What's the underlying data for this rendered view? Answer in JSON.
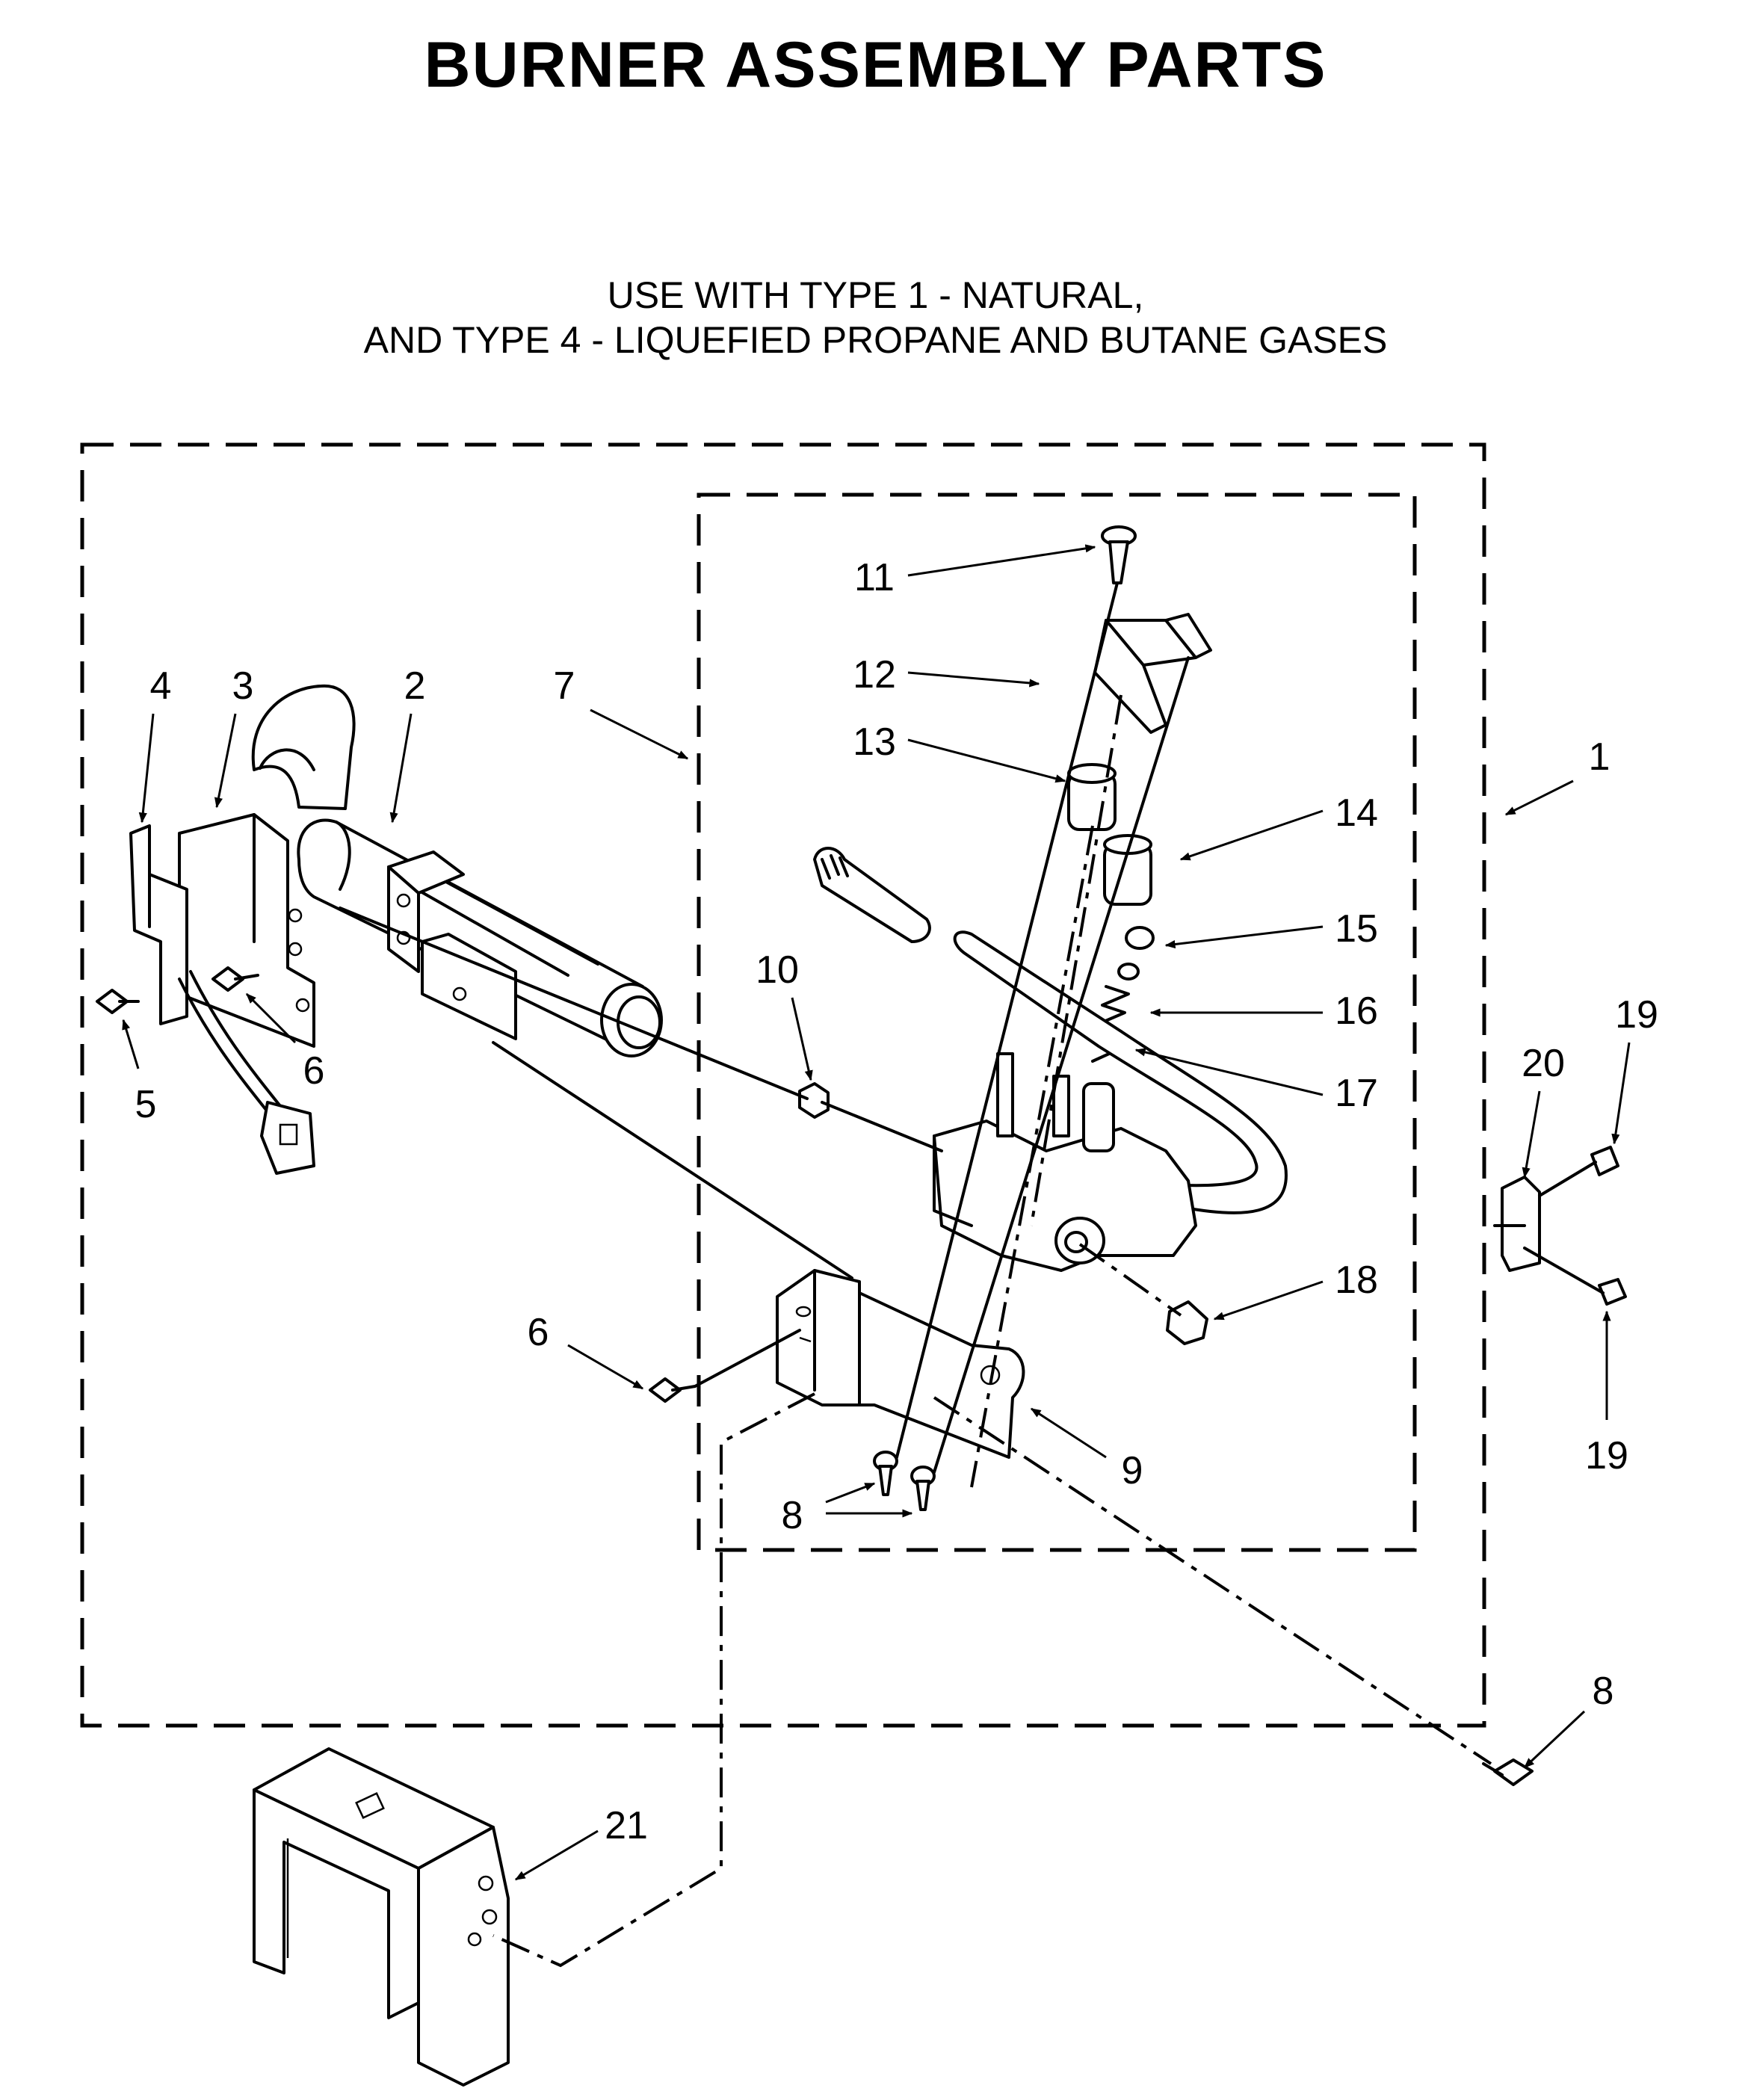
{
  "title": "BURNER ASSEMBLY PARTS",
  "subtitle": [
    "USE WITH TYPE 1 - NATURAL,",
    "AND TYPE 4 - LIQUEFIED PROPANE AND BUTANE GASES"
  ],
  "callouts": [
    "1",
    "2",
    "3",
    "4",
    "5",
    "6",
    "6",
    "7",
    "8",
    "8",
    "9",
    "10",
    "11",
    "12",
    "13",
    "14",
    "15",
    "16",
    "17",
    "18",
    "19",
    "19",
    "20",
    "21"
  ]
}
